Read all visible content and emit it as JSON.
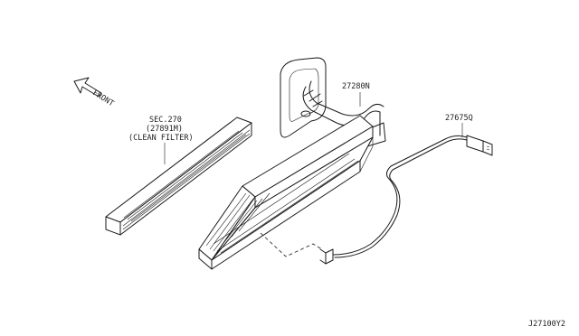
{
  "labels": {
    "front": "FRONT",
    "sec_ref": "SEC.270",
    "filter_part": "(27891M)",
    "filter_name": "(CLEAN FILTER)",
    "evaporator_part": "27280N",
    "sensor_part": "27675Q",
    "diagram_code": "J27100Y2"
  },
  "icons": {
    "direction_arrow": "arrow-up-left-icon"
  }
}
